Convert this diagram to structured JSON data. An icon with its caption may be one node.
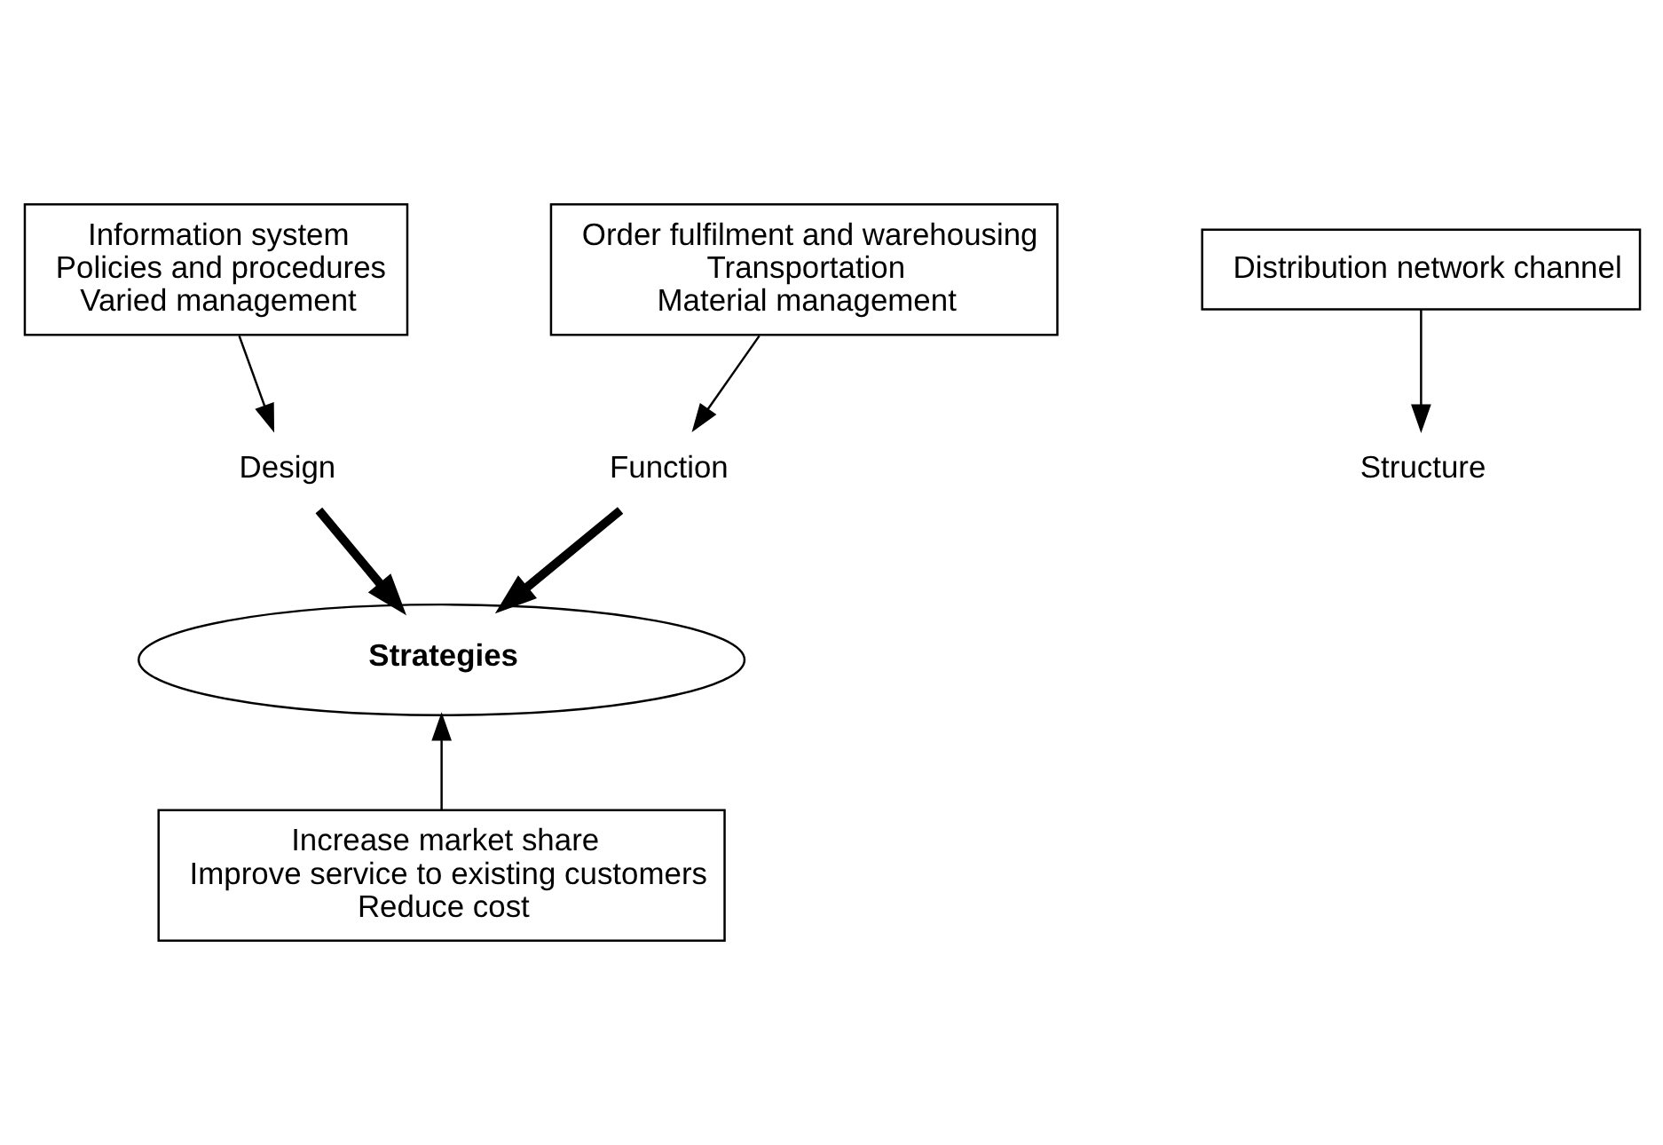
{
  "diagram": {
    "nodes": [
      {
        "text": [
          "Information system",
          "Policies and procedures",
          "Varied management"
        ]
      },
      {
        "text": [
          "Distribution network channel"
        ]
      },
      {
        "text": [
          "Order fulfilment and warehousing",
          "Transportation",
          "Material management"
        ]
      },
      {
        "text": [
          "Design"
        ]
      },
      {
        "text": [
          "Structure"
        ]
      },
      {
        "text": [
          "Function"
        ]
      },
      {
        "text": [
          "Strategies"
        ]
      },
      {
        "text": [
          "Increase market share",
          "Improve service to existing customers",
          "Reduce cost"
        ]
      }
    ],
    "edges": [
      {
        "from": 0,
        "to": 3,
        "arrow": "to"
      },
      {
        "from": 1,
        "to": 4,
        "arrow": "to"
      },
      {
        "from": 2,
        "to": 5,
        "arrow": "to"
      },
      {
        "from": 3,
        "to": 6,
        "arrow": "to",
        "style": "thick"
      },
      {
        "from": 5,
        "to": 6,
        "arrow": "to",
        "style": "thick"
      },
      {
        "from": 7,
        "to": 6,
        "arrow": "to"
      }
    ]
  }
}
